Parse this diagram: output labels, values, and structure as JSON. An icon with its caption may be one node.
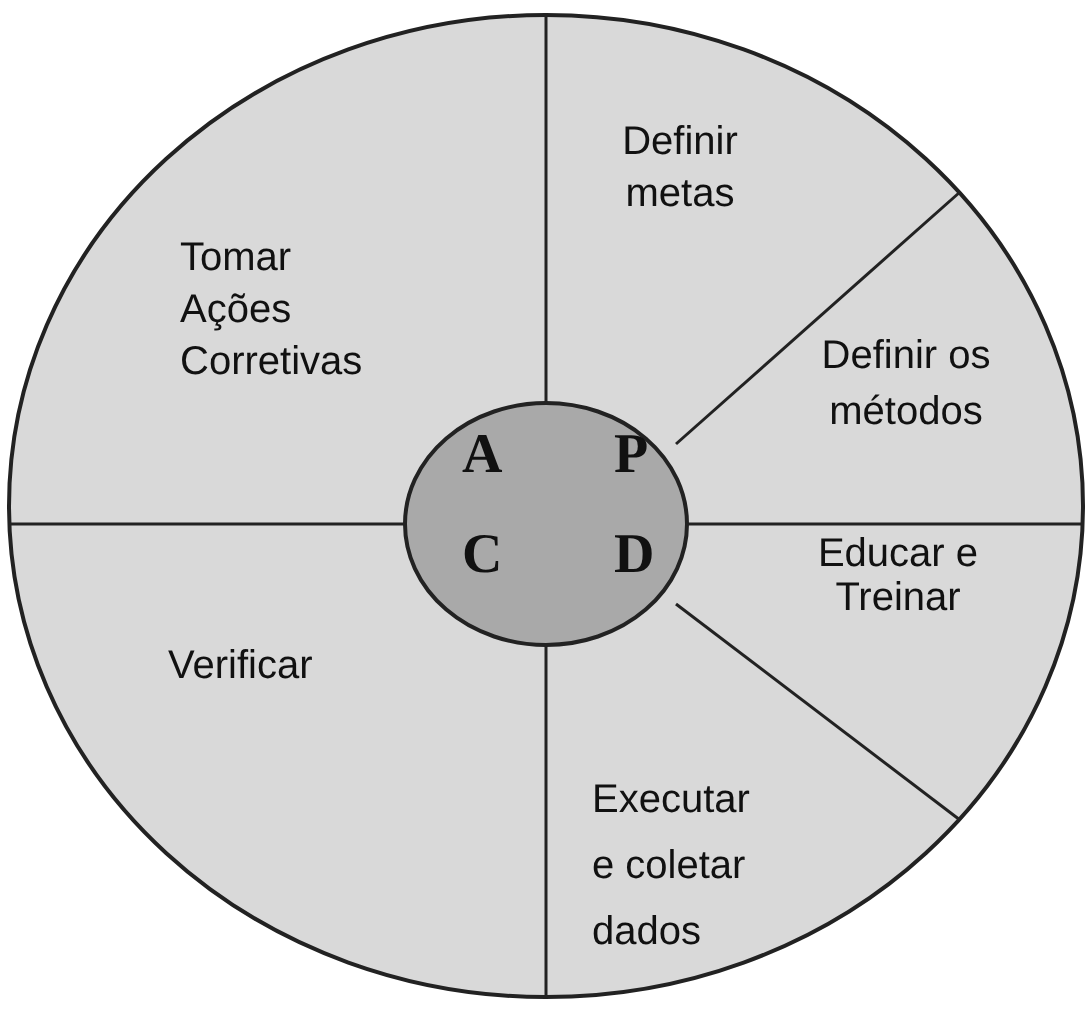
{
  "diagram": {
    "nodes": [
      {
        "text": [],
        "shape": "circle"
      },
      {
        "text": [
          "A",
          "P",
          "C",
          "D"
        ],
        "in": 0
      }
    ],
    "labels": [
      "Definir metas",
      "Tomar Ações Corretivas",
      "Definir os métodos",
      "Educar e Treinar",
      "Verificar",
      "Executar e coletar dados"
    ]
  }
}
